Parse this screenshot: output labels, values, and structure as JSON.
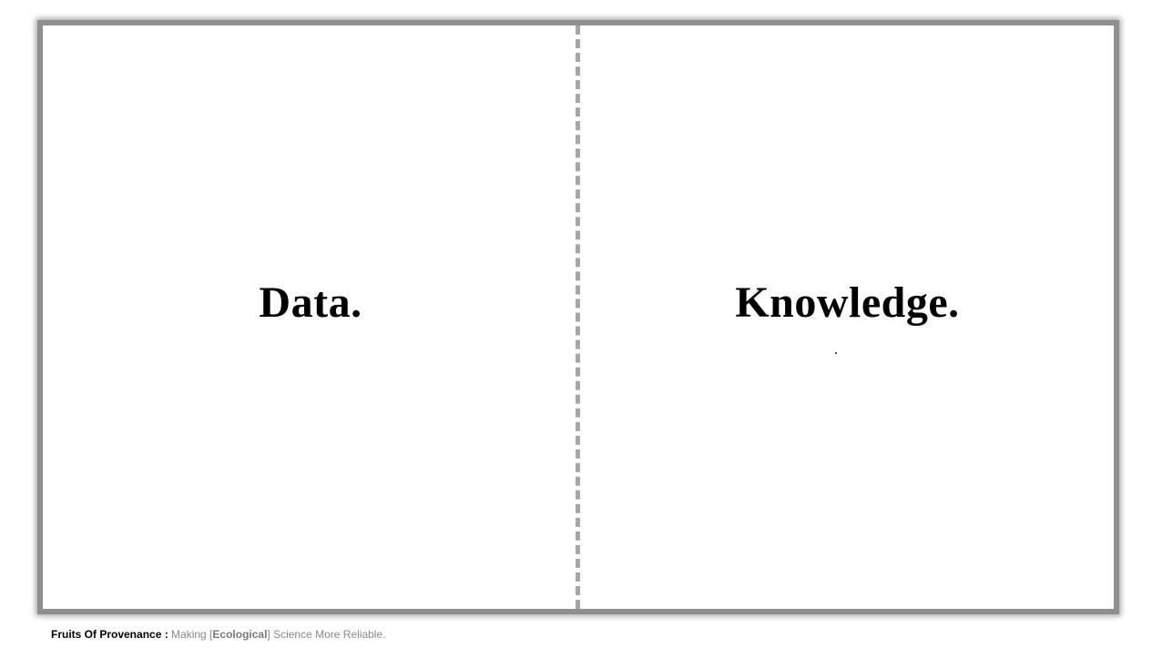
{
  "slide": {
    "left_word": "Data.",
    "right_word": "Knowledge."
  },
  "footer": {
    "brand": "Fruits Of Provenance :",
    "text_before": " Making [",
    "emphasis": "Ecological",
    "text_after": "] Science More Reliable."
  },
  "colors": {
    "frame_border": "#8f8f8f",
    "divider": "#a6a6a6",
    "footer_gray": "#8a8a8a"
  }
}
